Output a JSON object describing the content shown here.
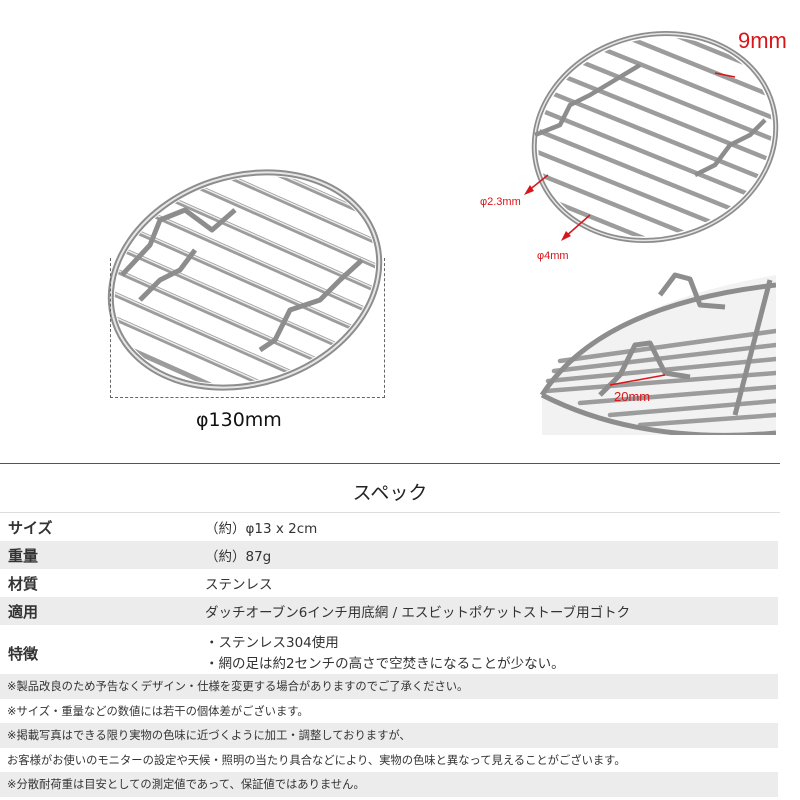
{
  "images": {
    "main_diameter": "φ130mm",
    "leg_height_label": "9mm",
    "wire_thin_label": "φ2.3mm",
    "wire_thick_label": "φ4mm",
    "foot_height_label": "20mm",
    "accent_color": "#d8161a"
  },
  "spec": {
    "title": "スペック",
    "rows": [
      {
        "key": "サイズ",
        "value": "（約）φ13 x 2cm"
      },
      {
        "key": "重量",
        "value": "（約）87g"
      },
      {
        "key": "材質",
        "value": "ステンレス"
      },
      {
        "key": "適用",
        "value": "ダッチオーブン6インチ用底網 / エスビットポケットストーブ用ゴトク"
      },
      {
        "key": "特徴",
        "lines": [
          "・ステンレス304使用",
          "・網の足は約2センチの高さで空焚きになることが少ない。"
        ]
      }
    ]
  },
  "notes": [
    "※製品改良のため予告なくデザイン・仕様を変更する場合がありますのでご了承ください。",
    "※サイズ・重量などの数値には若干の個体差がございます。",
    "※掲載写真はできる限り実物の色味に近づくように加工・調整しておりますが、",
    "お客様がお使いのモニターの設定や天候・照明の当たり具合などにより、実物の色味と異なって見えることがございます。",
    "※分散耐荷重は目安としての測定値であって、保証値ではありません。"
  ]
}
